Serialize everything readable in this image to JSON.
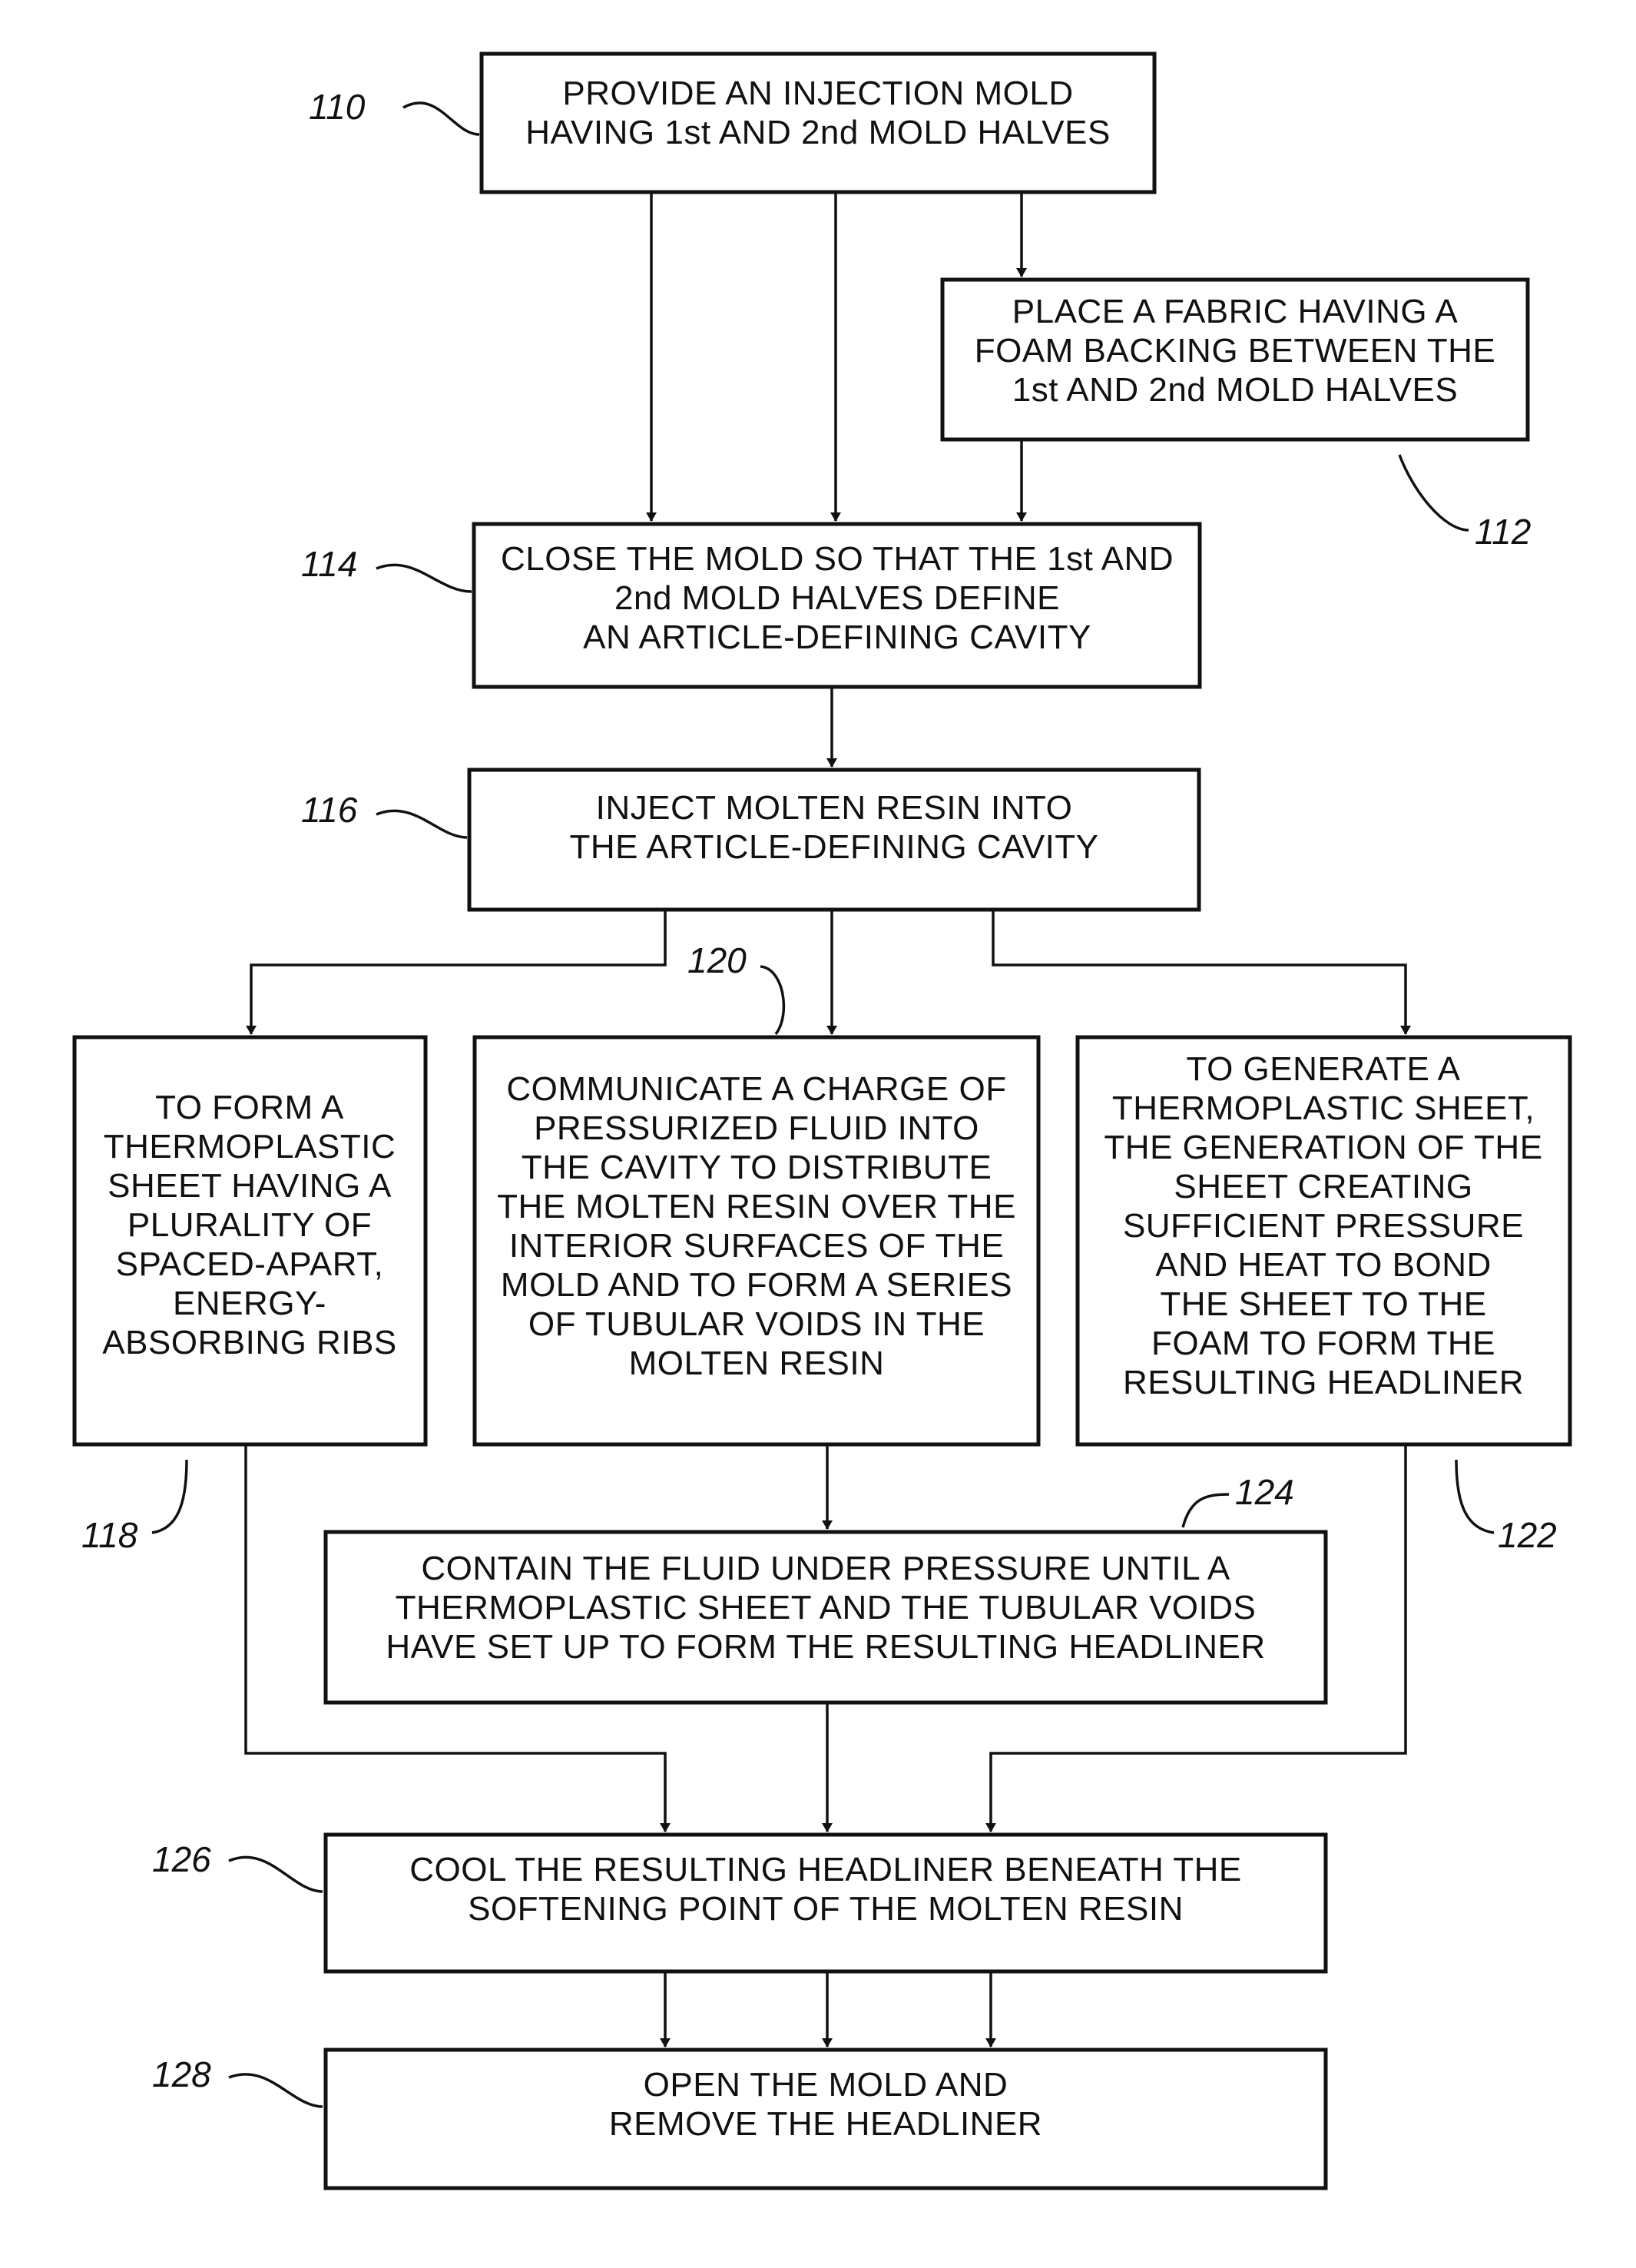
{
  "steps": [
    {
      "id": "s110",
      "ref": "110",
      "lines": [
        "PROVIDE AN INJECTION MOLD",
        "HAVING 1st AND 2nd MOLD HALVES"
      ]
    },
    {
      "id": "s112",
      "ref": "112",
      "lines": [
        "PLACE A FABRIC HAVING A",
        "FOAM BACKING BETWEEN THE",
        "1st AND 2nd MOLD HALVES"
      ]
    },
    {
      "id": "s114",
      "ref": "114",
      "lines": [
        "CLOSE THE MOLD SO THAT THE 1st AND",
        "2nd MOLD HALVES DEFINE",
        "AN ARTICLE-DEFINING CAVITY"
      ]
    },
    {
      "id": "s116",
      "ref": "116",
      "lines": [
        "INJECT MOLTEN RESIN INTO",
        "THE ARTICLE-DEFINING CAVITY"
      ]
    },
    {
      "id": "s118",
      "ref": "118",
      "lines": [
        "TO FORM A",
        "THERMOPLASTIC",
        "SHEET HAVING A",
        "PLURALITY OF",
        "SPACED-APART,",
        "ENERGY-",
        "ABSORBING RIBS"
      ]
    },
    {
      "id": "s120",
      "ref": "120",
      "lines": [
        "COMMUNICATE A CHARGE OF",
        "PRESSURIZED FLUID INTO",
        "THE CAVITY TO DISTRIBUTE",
        "THE MOLTEN RESIN OVER THE",
        "INTERIOR SURFACES OF THE",
        "MOLD AND TO FORM A SERIES",
        "OF TUBULAR VOIDS IN THE",
        "MOLTEN RESIN"
      ]
    },
    {
      "id": "s122",
      "ref": "122",
      "lines": [
        "TO GENERATE A",
        "THERMOPLASTIC SHEET,",
        "THE GENERATION OF THE",
        "SHEET CREATING",
        "SUFFICIENT PRESSURE",
        "AND HEAT TO BOND",
        "THE SHEET TO THE",
        "FOAM TO FORM THE",
        "RESULTING HEADLINER"
      ]
    },
    {
      "id": "s124",
      "ref": "124",
      "lines": [
        "CONTAIN THE FLUID UNDER PRESSURE UNTIL A",
        "THERMOPLASTIC SHEET AND THE TUBULAR VOIDS",
        "HAVE SET UP TO FORM THE RESULTING HEADLINER"
      ]
    },
    {
      "id": "s126",
      "ref": "126",
      "lines": [
        "COOL THE RESULTING HEADLINER BENEATH THE",
        "SOFTENING POINT OF THE MOLTEN RESIN"
      ]
    },
    {
      "id": "s128",
      "ref": "128",
      "lines": [
        "OPEN THE MOLD AND",
        "REMOVE THE HEADLINER"
      ]
    }
  ]
}
